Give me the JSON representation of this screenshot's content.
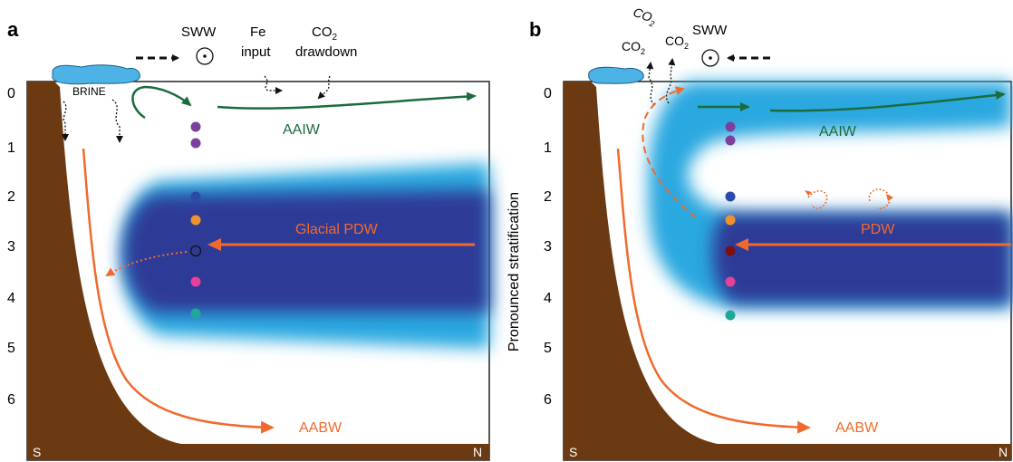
{
  "figure": {
    "panel_a": {
      "letter": "a",
      "depth_ticks": [
        "0",
        "1",
        "2",
        "3",
        "4",
        "5",
        "6"
      ],
      "corner_south": "S",
      "corner_north": "N",
      "top_labels": {
        "sww": "SWW",
        "fe_1": "Fe",
        "fe_2": "input",
        "co2_1": "CO",
        "co2_sub": "2",
        "co2_2": "drawdown"
      },
      "brine": "BRINE",
      "water_masses": {
        "aaiw": "AAIW",
        "pdw": "Glacial PDW",
        "aabw": "AABW"
      },
      "dot_colors": [
        "#7b3f9e",
        "#7b3f9e",
        "#2b4aa8",
        "#f0922b",
        "none",
        "#e6409a",
        "#1fa79a"
      ]
    },
    "panel_b": {
      "letter": "b",
      "depth_ticks": [
        "0",
        "1",
        "2",
        "3",
        "4",
        "5",
        "6"
      ],
      "corner_south": "S",
      "corner_north": "N",
      "top_labels": {
        "co2_a": "CO",
        "co2_b": "CO",
        "co2_c": "CO",
        "sub": "2",
        "sww": "SWW"
      },
      "side_label": "Pronounced stratification",
      "water_masses": {
        "aaiw": "AAIW",
        "pdw": "PDW",
        "aabw": "AABW"
      },
      "dot_colors": [
        "#7b3f9e",
        "#7b3f9e",
        "#2b4aa8",
        "#f0922b",
        "#7a1010",
        "#e6409a",
        "#1fa79a"
      ]
    },
    "colors": {
      "land": "#6b3a12",
      "deep_blue": "#2d3a96",
      "light_blue": "#2aa8e0",
      "orange": "#f06a2e",
      "green": "#1c6b3c",
      "ice": "#4db3e6"
    }
  }
}
